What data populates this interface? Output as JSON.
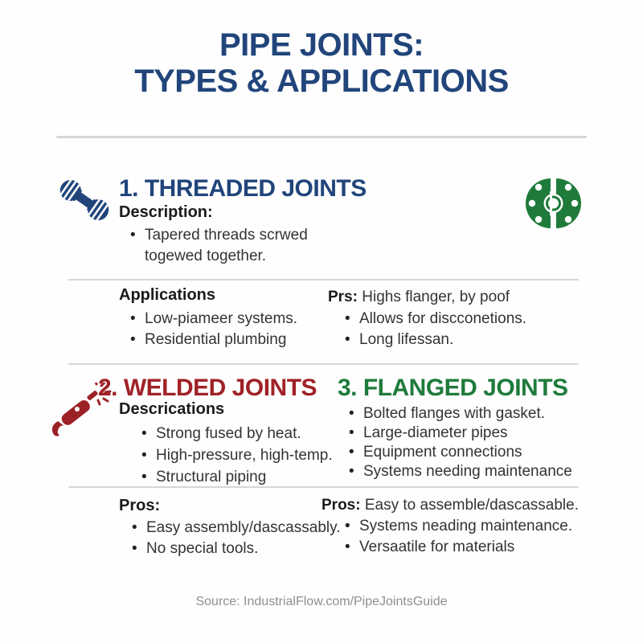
{
  "title": {
    "line1": "PIPE JOINTS:",
    "line2": "TYPES & APPLICATIONS"
  },
  "colors": {
    "navy": "#21457b",
    "red": "#a02227",
    "green": "#1f7b3b",
    "body_text": "#333333",
    "divider": "#d6d6d6",
    "footer_gray": "#8f8f8f"
  },
  "icons": {
    "threaded": "threaded-coupling-icon",
    "flange": "flange-icon",
    "torch": "welding-torch-icon"
  },
  "section_threaded": {
    "heading": "1. THREADED JOINTS",
    "description_label": "Description:",
    "description_bullets": [
      "Tapered threads scrwed togewed together."
    ],
    "applications_label": "Applications",
    "applications_bullets": [
      "Low-piameer systems.",
      "Residential plumbing"
    ],
    "pros_label": "Prs:",
    "pros_inline": "Highs flanger, by poof",
    "pros_bullets": [
      "Allows for discconetions.",
      "Long lifessan."
    ]
  },
  "section_welded": {
    "heading": "2. WELDED JOINTS",
    "descriptions_label": "Descrications",
    "bullets": [
      "Strong fused by heat.",
      "High-pressure, high-temp.",
      "Structural piping"
    ],
    "pros_label": "Pros:",
    "pros_bullets": [
      "Easy assembly/dascassably.",
      "No special tools."
    ]
  },
  "section_flanged": {
    "heading": "3. FLANGED JOINTS",
    "bullets": [
      "Bolted flanges with gasket.",
      "Large-diameter pipes",
      "Equipment connections",
      "Systems needing maintenance"
    ],
    "pros_label": "Pros:",
    "pros_inline": "Easy to assemble/dascassable.",
    "pros_bullets": [
      "Systems neading maintenance.",
      "Versaatile for materials"
    ]
  },
  "footer": {
    "source": "Source: IndustrialFlow.com/PipeJointsGuide"
  }
}
